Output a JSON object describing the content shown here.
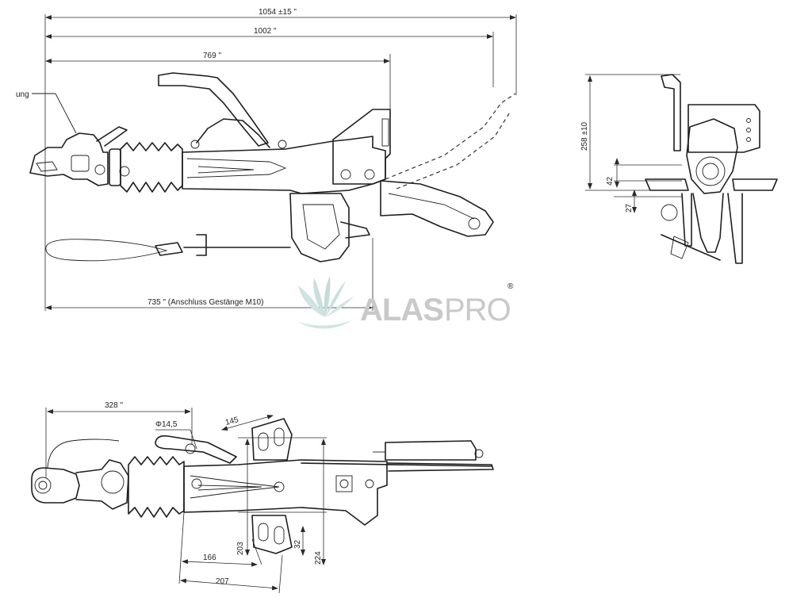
{
  "top_view": {
    "dim_overall": "1054 ±15  \"",
    "dim_length_1002": "1002  \"",
    "dim_length_769": "769  \"",
    "dim_rod_connection": "735 \" (Anschluss Gestänge M10)",
    "label_cut": "ung"
  },
  "side_view": {
    "dim_height": "258 ±10",
    "dim_42": "42",
    "dim_27": "27"
  },
  "bottom_view": {
    "dim_328": "328  \"",
    "dim_diameter": "Φ14,5",
    "dim_145": "145",
    "dim_203": "203",
    "dim_32": "32",
    "dim_224": "224",
    "dim_166": "166",
    "dim_207": "207"
  },
  "watermark": {
    "brand_a": "ALAS",
    "brand_b": "PRO",
    "registered": "®",
    "color": "#c9c9c9",
    "icon": "leaf-fan-icon"
  }
}
